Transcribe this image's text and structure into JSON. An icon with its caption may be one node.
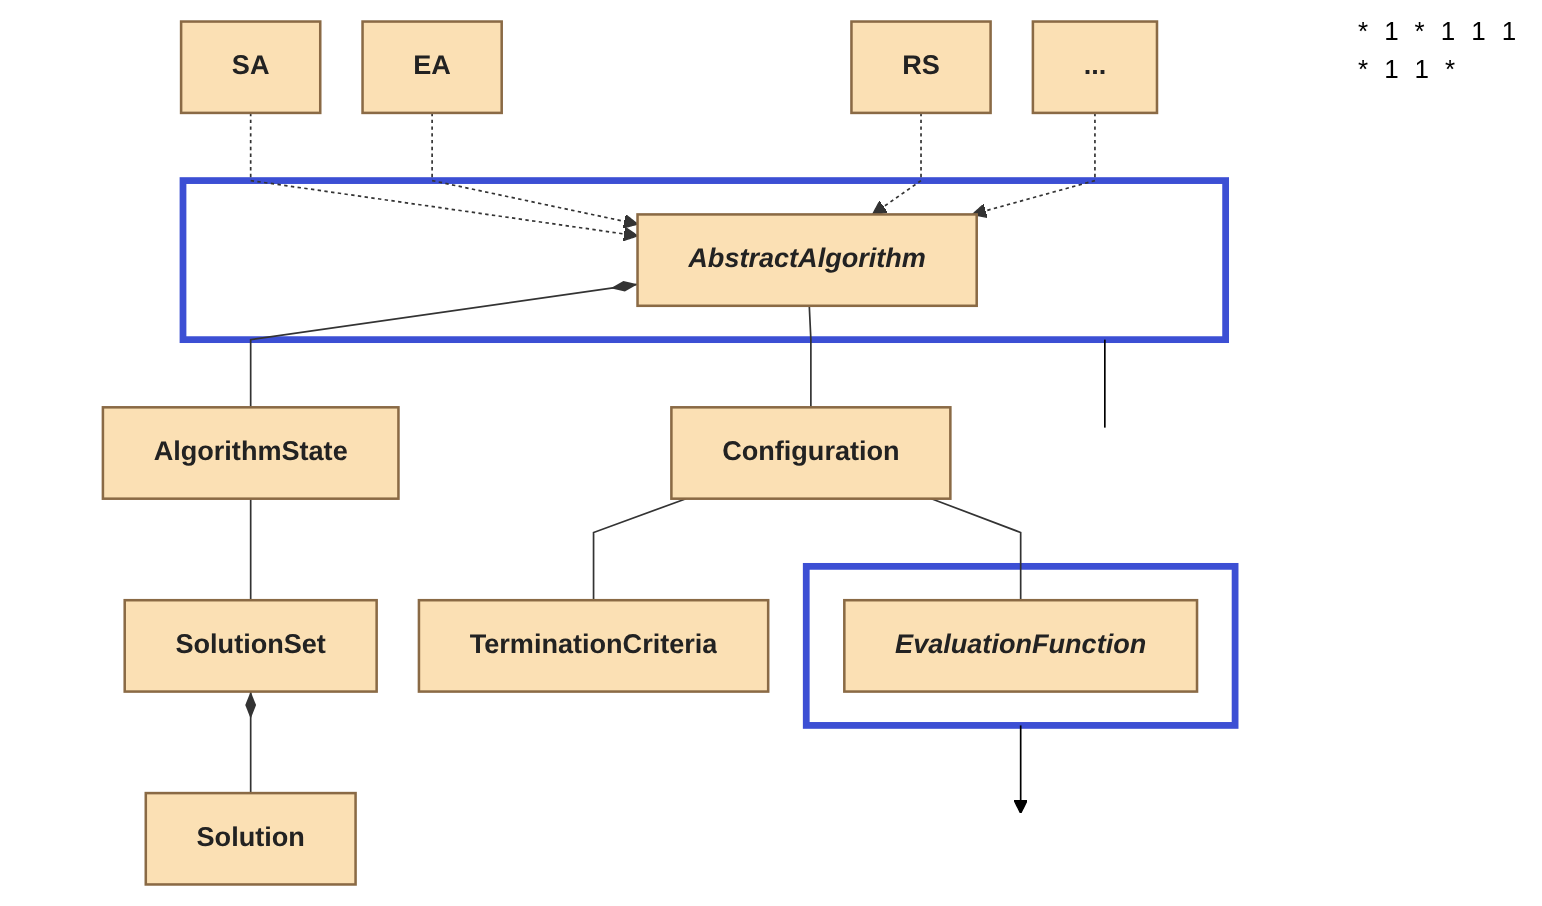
{
  "diagram": {
    "nodes": [
      {
        "text": [
          "AlgorithmState"
        ]
      },
      {
        "text": [],
        "shape": "box"
      },
      {
        "text": [
          "AbstractAlgorithm"
        ],
        "in": 1
      },
      {
        "text": [
          "Configuration"
        ]
      },
      {
        "text": [
          "TerminationCriteria"
        ]
      },
      {
        "text": [
          "SolutionSet"
        ]
      },
      {
        "text": [
          "SA"
        ]
      },
      {
        "text": [
          "EA"
        ]
      },
      {
        "text": [
          "RS"
        ]
      },
      {
        "text": [
          "..."
        ]
      },
      {
        "text": [],
        "shape": "box"
      },
      {
        "text": [
          "EvaluationFunction"
        ],
        "in": 10
      },
      {
        "text": [
          "Solution"
        ]
      }
    ],
    "edges": [
      {
        "from": 2,
        "to": 0,
        "arrow": "other"
      },
      {
        "from": 2,
        "to": 3,
        "arrow": "none"
      },
      {
        "from": 3,
        "to": 4,
        "arrow": "none"
      },
      {
        "from": 0,
        "to": 5,
        "arrow": "none"
      },
      {
        "from": 3,
        "to": 11,
        "arrow": "none"
      },
      {
        "from": 6,
        "to": 2,
        "arrow": "to",
        "style": "dashed"
      },
      {
        "from": 7,
        "to": 2,
        "arrow": "to",
        "style": "dashed"
      },
      {
        "from": 8,
        "to": 2,
        "arrow": "to",
        "style": "dashed"
      },
      {
        "from": 9,
        "to": 2,
        "arrow": "to",
        "style": "dashed"
      },
      {
        "from": 5,
        "to": 12,
        "arrow": "other"
      },
      {
        "from": 1,
        "to": null,
        "arrow": "none",
        "color": "#000000"
      },
      {
        "from": 10,
        "to": null,
        "arrow": "to",
        "color": "#000000"
      }
    ],
    "labels": [
      "*",
      "1",
      "*",
      "1",
      "1",
      "1",
      "*",
      "1",
      "1",
      "*"
    ]
  }
}
